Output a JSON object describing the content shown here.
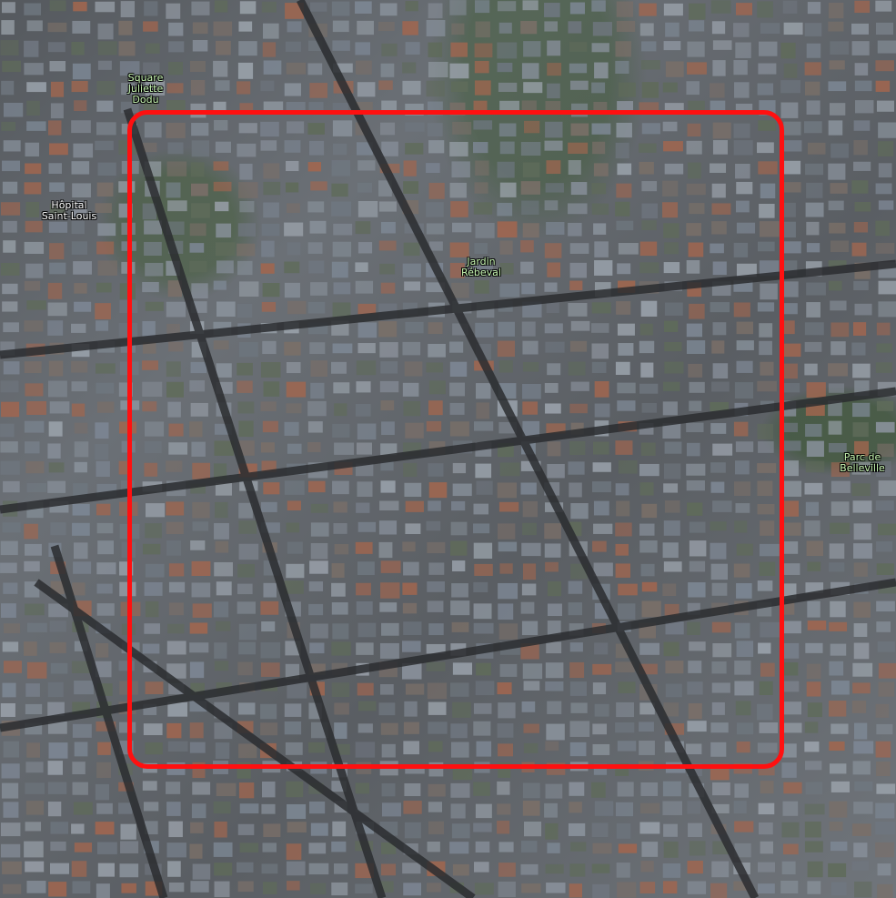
{
  "map": {
    "view": "satellite imagery",
    "labels": {
      "square_juliette_dodu": "Square\nJuliette\nDodu",
      "hopital_saint_louis": "Hôpital\nSaint-Louis",
      "jardin_rebeval": "Jardin\nRébeval",
      "parc_de_belleville": "Parc de\nBelleville"
    },
    "highlight": {
      "shape": "rounded-rectangle",
      "color": "#ff1010"
    },
    "colors": {
      "park_label": "#c6f5b0",
      "place_label": "#ffffff"
    }
  }
}
